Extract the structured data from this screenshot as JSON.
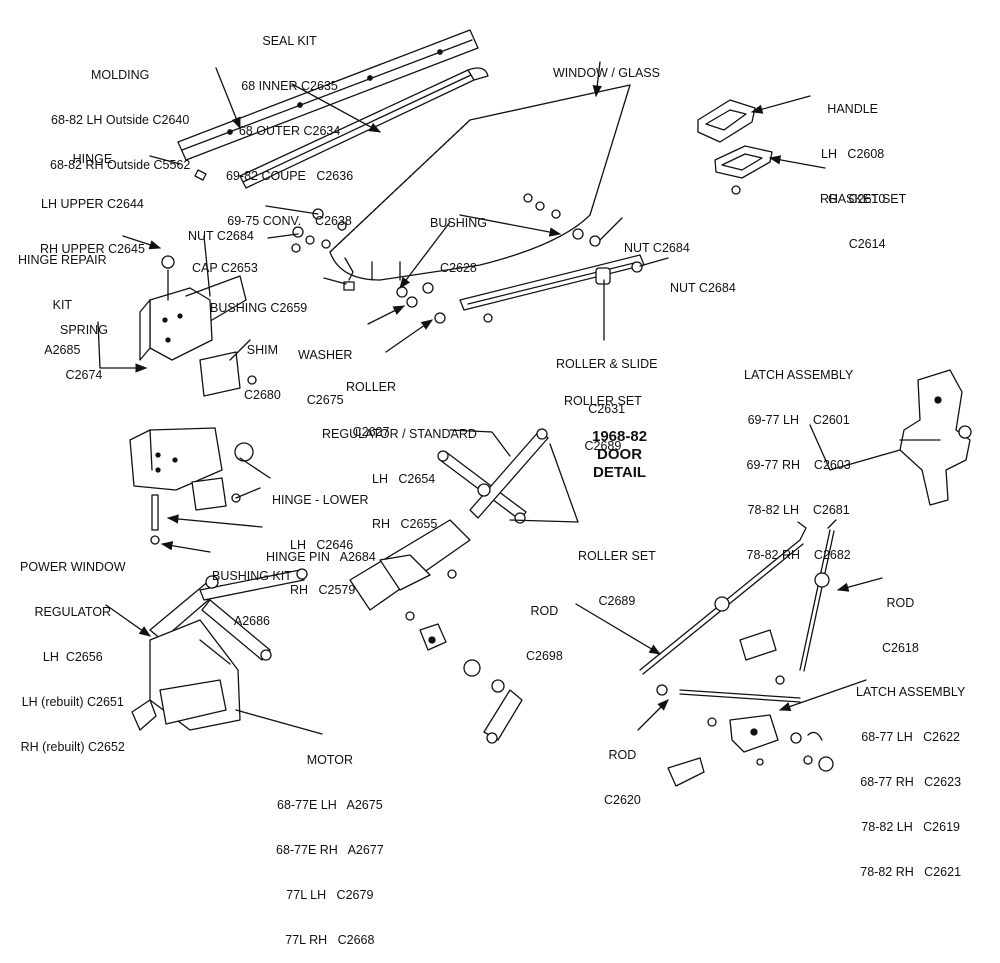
{
  "title_block": [
    "1968-82",
    "DOOR",
    "DETAIL"
  ],
  "labels": {
    "seal_kit": [
      "SEAL KIT",
      "68 INNER C2635",
      "68 OUTER C2634",
      "69-82 COUPE   C2636",
      "69-75 CONV.    C2638"
    ],
    "molding": [
      "MOLDING",
      "68-82 LH Outside C2640",
      "68-82 RH Outside C5562"
    ],
    "window_glass": [
      "WINDOW / GLASS"
    ],
    "handle": [
      "HANDLE",
      "LH   C2608",
      "RH   C2610"
    ],
    "gasket_set": [
      "GASKET SET",
      "C2614"
    ],
    "hinge_upper": [
      "HINGE",
      "LH UPPER C2644",
      "RH UPPER C2645"
    ],
    "nut_left": [
      "NUT C2684"
    ],
    "bushing_c2628": [
      "BUSHING",
      "C2628"
    ],
    "nut_right1": [
      "NUT C2684"
    ],
    "nut_right2": [
      "NUT C2684"
    ],
    "hinge_repair_kit": [
      "HINGE REPAIR",
      "KIT",
      "A2685"
    ],
    "cap": [
      "CAP C2653"
    ],
    "bushing_c2659": [
      "BUSHING C2659"
    ],
    "spring": [
      "SPRING",
      "C2674"
    ],
    "shim": [
      "SHIM",
      "C2680"
    ],
    "washer": [
      "WASHER",
      "C2675"
    ],
    "roller": [
      "ROLLER",
      "C2627"
    ],
    "roller_slide": [
      "ROLLER & SLIDE",
      "C2631"
    ],
    "roller_set_top": [
      "ROLLER SET",
      "C2689"
    ],
    "latch_assembly_top": [
      "LATCH ASSEMBLY",
      "69-77 LH    C2601",
      "69-77 RH    C2603",
      "78-82 LH    C2681",
      "78-82 RH    C2682"
    ],
    "regulator_standard": [
      "REGULATOR / STANDARD",
      "LH   C2654",
      "RH   C2655"
    ],
    "hinge_lower": [
      "HINGE - LOWER",
      "LH   C2646",
      "RH   C2579"
    ],
    "hinge_pin": [
      "HINGE PIN   A2684"
    ],
    "bushing_kit": [
      "BUSHING KIT",
      "A2686"
    ],
    "roller_set_mid": [
      "ROLLER SET",
      "C2689"
    ],
    "power_window_regulator": [
      "POWER WINDOW",
      "REGULATOR",
      "LH  C2656",
      "LH (rebuilt) C2651",
      "RH (rebuilt) C2652"
    ],
    "rod_c2698": [
      "ROD",
      "C2698"
    ],
    "rod_c2618": [
      "ROD",
      "C2618"
    ],
    "latch_assembly_bottom": [
      "LATCH ASSEMBLY",
      "68-77 LH   C2622",
      "68-77 RH   C2623",
      "78-82 LH   C2619",
      "78-82 RH   C2621"
    ],
    "rod_c2620": [
      "ROD",
      "C2620"
    ],
    "motor": [
      "MOTOR",
      "68-77E LH   A2675",
      "68-77E RH   A2677",
      "77L LH   C2679",
      "77L RH   C2668"
    ]
  }
}
